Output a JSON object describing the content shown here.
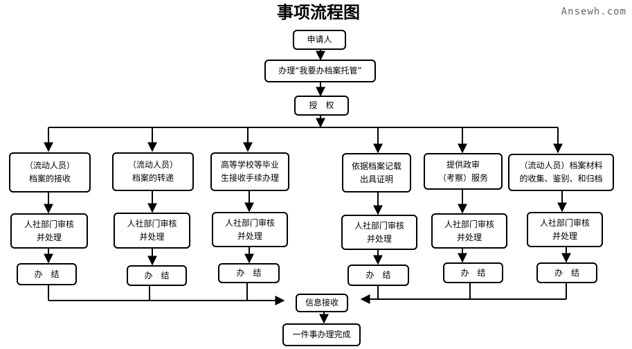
{
  "title": "事项流程图",
  "watermark": "Ansewh.com",
  "nodes": {
    "applicant": "申请人",
    "apply": "办理“我要办档案托管”",
    "authorize": "授　权",
    "col1_top": "（流动人员）\n档案的接收",
    "col2_top": "（流动人员）\n档案的转递",
    "col3_top": "高等学校等毕业\n生接收手续办理",
    "col4_top": "依据档案记载\n出具证明",
    "col5_top": "提供政审\n（考察）服务",
    "col6_top": "（流动人员）档案材料\n的收集、鉴别、和归档",
    "review": "人社部门审核\n并处理",
    "done": "办　结",
    "info_receive": "信息接收",
    "complete": "一件事办理完成"
  }
}
